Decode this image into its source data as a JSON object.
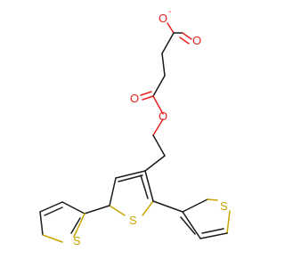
{
  "molecule": {
    "atoms": {
      "o_carboxylate": "O",
      "o_carbonyl_acid": "O",
      "o_ester_carbonyl": "O",
      "o_ester": "O",
      "s_thiophene_left": "S",
      "s_thiophene_center": "S",
      "s_thiophene_right": "S"
    },
    "charge": "-",
    "colors": {
      "oxygen": "#e8231f",
      "sulfur": "#c9a400",
      "carbon_bond": "#1a1a1a",
      "background": "#ffffff"
    }
  }
}
